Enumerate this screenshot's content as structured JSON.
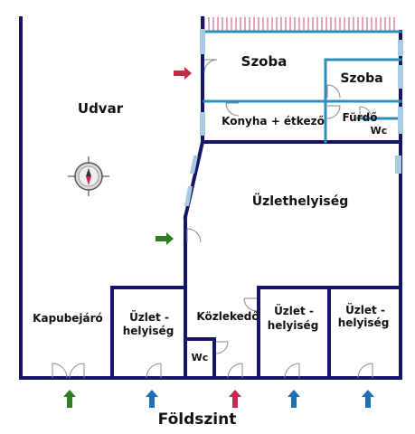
{
  "colors": {
    "wall": "#15156b",
    "inner_wall": "#2a8fb8",
    "window": "#a9cbe0",
    "door": "#8a8a8a",
    "arrow_green": "#2e7d1f",
    "arrow_blue": "#1f6fb5",
    "arrow_red": "#c42a4a",
    "balcony_hatch": "#c44a7a"
  },
  "rooms": {
    "udvar": "Udvar",
    "szoba_large": "Szoba",
    "szoba_small": "Szoba",
    "konyha": "Konyha + étkező",
    "furdo": "Fürdő",
    "wc_top": "Wc",
    "uzlethelyiseg": "Üzlethelyiség",
    "kapubejaro": "Kapubejáró",
    "uzlet1_line1": "Üzlet -",
    "uzlet1_line2": "helyiség",
    "kozlekedo": "Közlekedő",
    "wc_bottom": "Wc",
    "uzlet2_line1": "Üzlet -",
    "uzlet2_line2": "helyiség",
    "uzlet3_line1": "Üzlet -",
    "uzlet3_line2": "helyiség"
  },
  "compass": {
    "icon": "compass-rose-icon"
  },
  "floor_title": "Földszint",
  "entrance_arrows": [
    {
      "color": "green",
      "direction": "up"
    },
    {
      "color": "blue",
      "direction": "up"
    },
    {
      "color": "red",
      "direction": "up"
    },
    {
      "color": "blue",
      "direction": "up"
    },
    {
      "color": "blue",
      "direction": "up"
    }
  ],
  "side_arrows": [
    {
      "color": "red",
      "direction": "right"
    },
    {
      "color": "green",
      "direction": "right"
    }
  ]
}
